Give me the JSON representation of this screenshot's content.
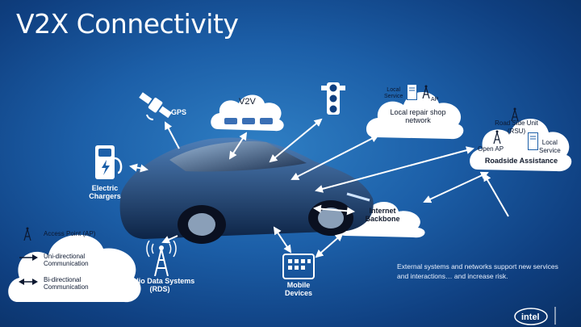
{
  "title": "V2X Connectivity",
  "nodes": {
    "gps": "GPS",
    "v2v": "V2V",
    "local_service_top": "Local\nService",
    "ap_top": "AP",
    "local_repair_shop": "Local repair shop\nnetwork",
    "rsu": "Road Side Unit\n(RSU)",
    "open_ap": "Open AP",
    "local_service_right": "Local\nService",
    "roadside_assistance": "Roadside Assistance",
    "electric_chargers": "Electric\nChargers",
    "internet_backbone": "Internet\nBackbone",
    "radio_data_systems": "Radio Data Systems\n(RDS)",
    "mobile_devices": "Mobile\nDevices"
  },
  "legend": [
    {
      "label": "Access Point (AP)",
      "icon": "antenna-icon"
    },
    {
      "label": "Uni-directional\nCommunication",
      "icon": "uni-arrow-icon"
    },
    {
      "label": "Bi-directional\nCommunication",
      "icon": "bi-arrow-icon"
    }
  ],
  "footer_text": "External systems and networks support new services and interactions… and increase risk.",
  "brand": "intel",
  "colors": {
    "background": "#1c5fa8",
    "cloud": "#ffffff",
    "arrow": "#ffffff"
  }
}
